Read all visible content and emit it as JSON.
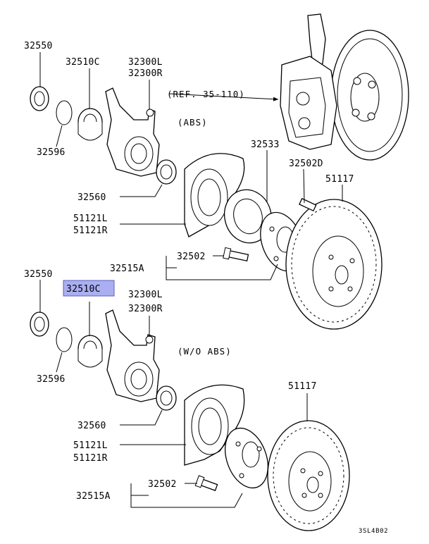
{
  "diagram": {
    "section_notes": {
      "abs": "(ABS)",
      "no_abs": "(W/O ABS)",
      "reference": "(REF. 35-110)"
    },
    "upper": {
      "seal": "32550",
      "bearing": "32510C",
      "snap_ring": "32596",
      "knuckle_l": "32300L",
      "knuckle_r": "32300R",
      "inner_seal": "32560",
      "sensor_rotor": "32533",
      "hub_bolt_d": "32502D",
      "rotor": "51117",
      "dust_cover_l": "51121L",
      "dust_cover_r": "51121R",
      "hub_bolt": "32502",
      "hub_assy": "32515A"
    },
    "lower": {
      "seal": "32550",
      "bearing": "32510C",
      "snap_ring": "32596",
      "knuckle_l": "32300L",
      "knuckle_r": "32300R",
      "inner_seal": "32560",
      "rotor": "51117",
      "dust_cover_l": "51121L",
      "dust_cover_r": "51121R",
      "hub_bolt": "32502",
      "hub_assy": "32515A"
    },
    "highlight_color": "#a9aff0",
    "drawing_code": "3SL4B02"
  }
}
